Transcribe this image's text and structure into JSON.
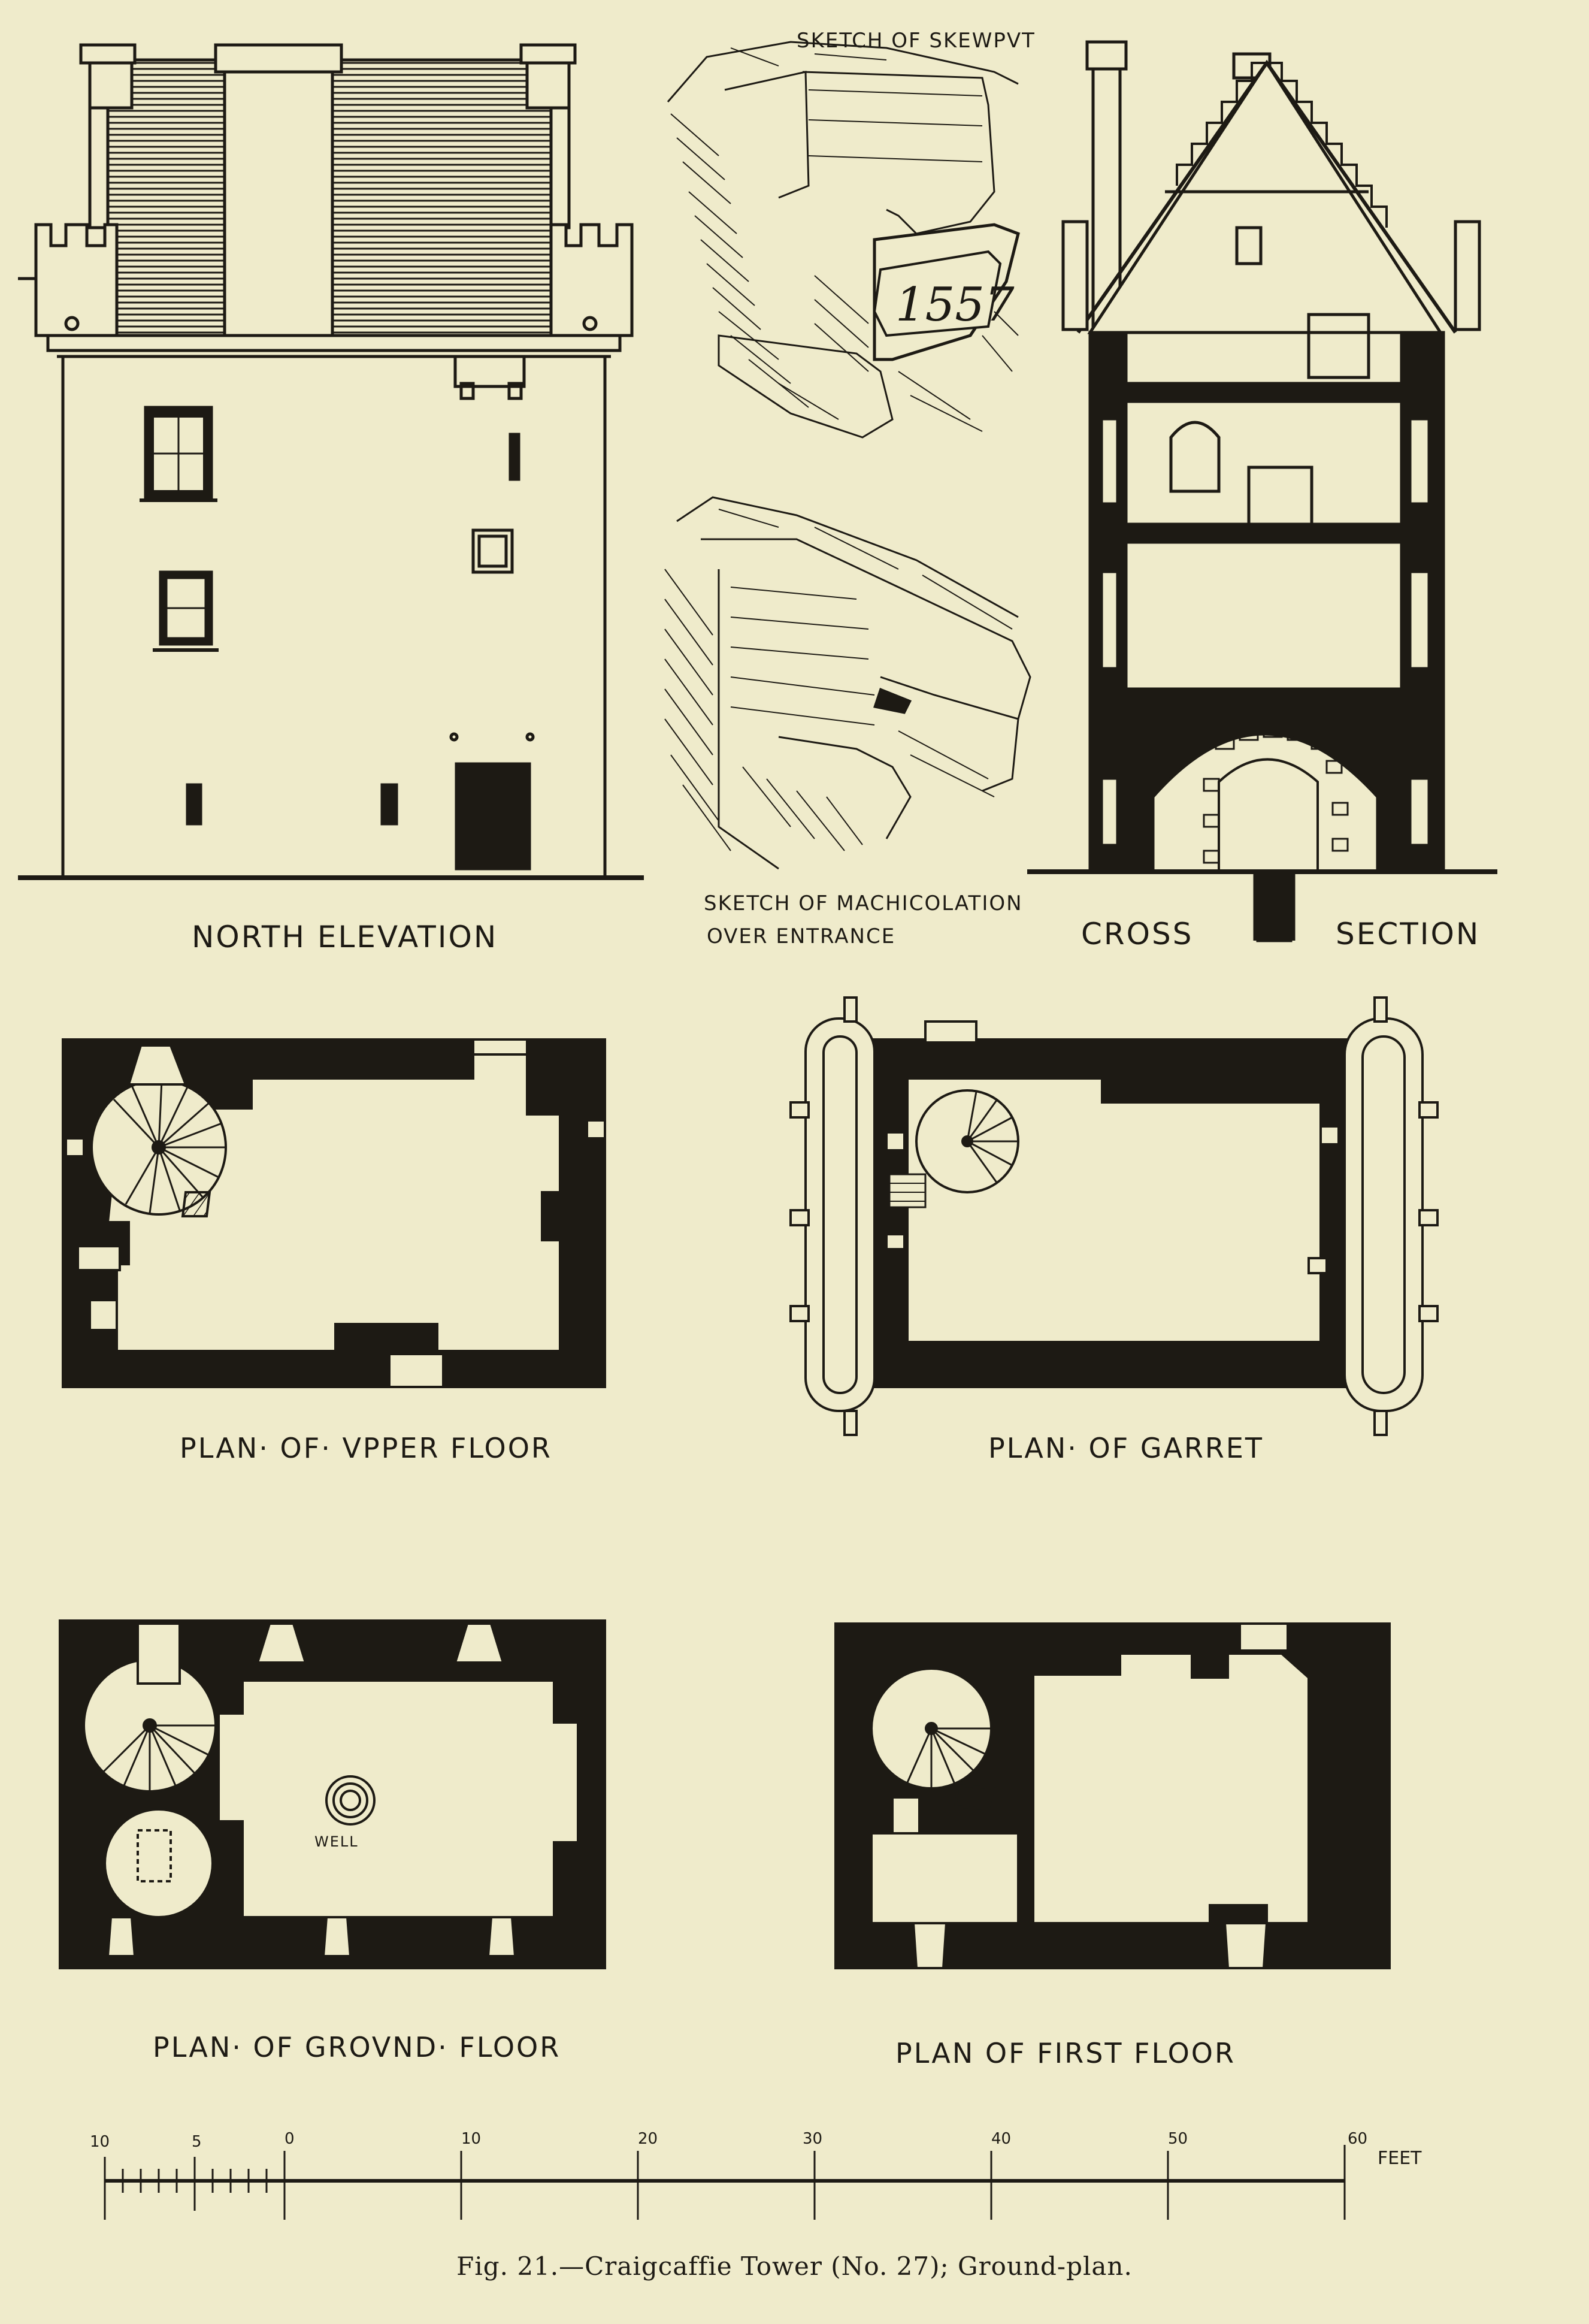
{
  "labels": {
    "north_elevation": "NORTH ELEVATION",
    "skewput": "SKETCH OF SKEWPVT",
    "skewput_date": "1557",
    "machicolation_line1": "SKETCH OF MACHICOLATION",
    "machicolation_line2": "OVER ENTRANCE",
    "cross": "CROSS",
    "section": "SECTION",
    "upper_floor": "PLAN· OF· VPPER FLOOR",
    "garret": "PLAN· OF GARRET",
    "ground_floor": "PLAN· OF GROVND· FLOOR",
    "well": "WELL",
    "first_floor": "PLAN OF FIRST FLOOR"
  },
  "scale": {
    "ticks": [
      "10",
      "5",
      "0",
      "10",
      "20",
      "30",
      "40",
      "50",
      "60"
    ],
    "unit": "FEET"
  },
  "caption": "Fig. 21.—Craigcaffie Tower (No. 27); Ground-plan.",
  "colors": {
    "paper": "#efebcb",
    "ink": "#1d1a14"
  }
}
